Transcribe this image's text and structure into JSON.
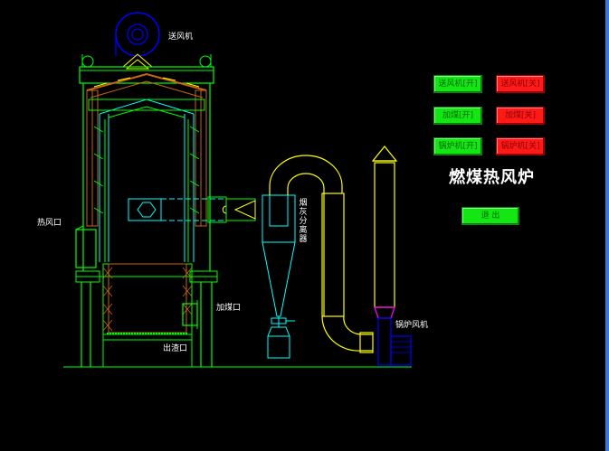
{
  "labels": {
    "blower": "送风机",
    "hot_air_outlet": "热风口",
    "coal_feed": "加煤口",
    "slag_outlet": "出渣口",
    "boiler_fan": "锅炉风机",
    "ash_separator": [
      "烟",
      "灰",
      "分",
      "离",
      "器"
    ]
  },
  "title": "燃煤热风炉",
  "controls": {
    "blower_on": "送风机[开]",
    "blower_off": "送风机[关]",
    "coal_on": "加煤[开]",
    "coal_off": "加煤[关]",
    "boiler_on": "锅炉机[开]",
    "boiler_off": "锅炉机[关]",
    "exit": "退 出"
  },
  "colors": {
    "structure": "#00ff00",
    "inner_lining": "#00ffff",
    "brick": "#c86414",
    "duct": "#ffff00",
    "fan": "#0000ff",
    "boiler_fan_body": "#0000cc",
    "boiler_fan_neck": "#ff00ff",
    "button_on": "#14e614",
    "button_off": "#ff1a1a"
  }
}
